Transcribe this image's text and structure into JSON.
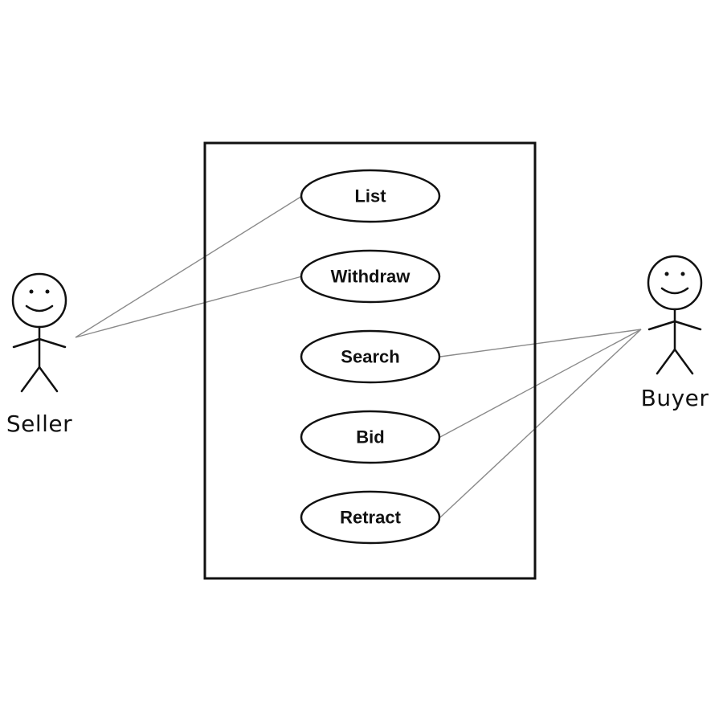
{
  "diagram": {
    "actors": [
      {
        "id": "seller",
        "name": "Seller"
      },
      {
        "id": "buyer",
        "name": "Buyer"
      }
    ],
    "use_cases": [
      {
        "id": "list",
        "label": "List"
      },
      {
        "id": "withdraw",
        "label": "Withdraw"
      },
      {
        "id": "search",
        "label": "Search"
      },
      {
        "id": "bid",
        "label": "Bid"
      },
      {
        "id": "retract",
        "label": "Retract"
      }
    ],
    "associations": [
      {
        "actor": "seller",
        "use_case": "list"
      },
      {
        "actor": "seller",
        "use_case": "withdraw"
      },
      {
        "actor": "buyer",
        "use_case": "search"
      },
      {
        "actor": "buyer",
        "use_case": "bid"
      },
      {
        "actor": "buyer",
        "use_case": "retract"
      }
    ],
    "colors": {
      "stroke": "#111111",
      "association_line": "#8a8a8a",
      "background": "#ffffff"
    }
  }
}
